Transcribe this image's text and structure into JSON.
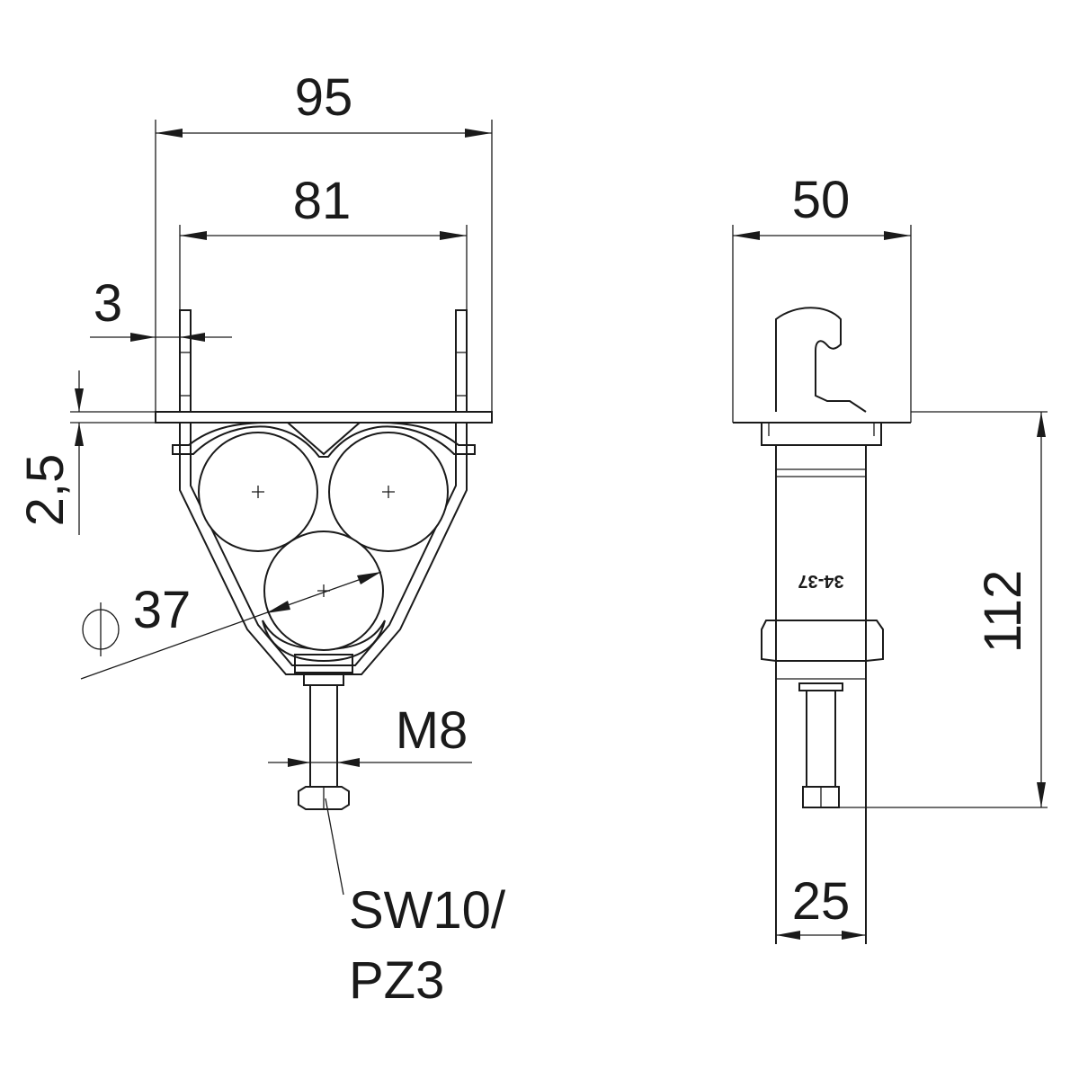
{
  "dimensions": {
    "overall_width": "95",
    "inner_width": "81",
    "wall_thickness": "3",
    "plate_thickness": "2,5",
    "cable_diameter": "37",
    "thread": "M8",
    "drive_line1": "SW10/",
    "drive_line2": "PZ3",
    "depth": "50",
    "height": "112",
    "bolt_width": "25"
  },
  "marking": "34-37",
  "icons": {
    "diameter": "diameter-symbol-icon"
  }
}
